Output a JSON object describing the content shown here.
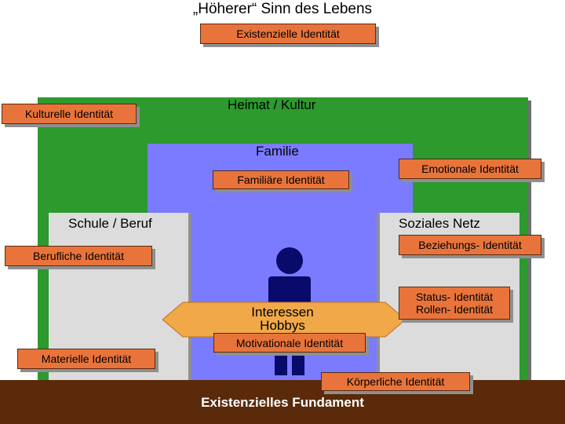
{
  "title": "„Höherer“ Sinn des Lebens",
  "labels": {
    "existential_identity": "Existenzielle Identität",
    "cultural_identity": "Kulturelle Identität",
    "family_identity": "Familiäre Identität",
    "emotional_identity": "Emotionale Identität",
    "professional_identity": "Berufliche Identität",
    "relationship_identity": "Beziehungs- Identität",
    "status_identity_line1": "Status- Identität",
    "status_identity_line2": "Rollen- Identität",
    "motivational_identity": "Motivationale Identität",
    "material_identity": "Materielle Identität",
    "body_identity": "Körperliche Identität"
  },
  "areas": {
    "homeland": "Heimat / Kultur",
    "family": "Familie",
    "school_work": "Schule / Beruf",
    "social_network": "Soziales Netz",
    "foundation": "Existenzielles Fundament"
  },
  "interests": {
    "line1": "Interessen",
    "line2": "Hobbys"
  },
  "colors": {
    "culture": "#2c9a2c",
    "family": "#7b7bff",
    "school_social": "#dcdcdc",
    "foundation": "#5a2a0a",
    "label": "#e8743b",
    "arrow": "#f0a848",
    "person": "#0a0a6a"
  },
  "icons": [
    "person-icon",
    "double-arrow-icon"
  ]
}
